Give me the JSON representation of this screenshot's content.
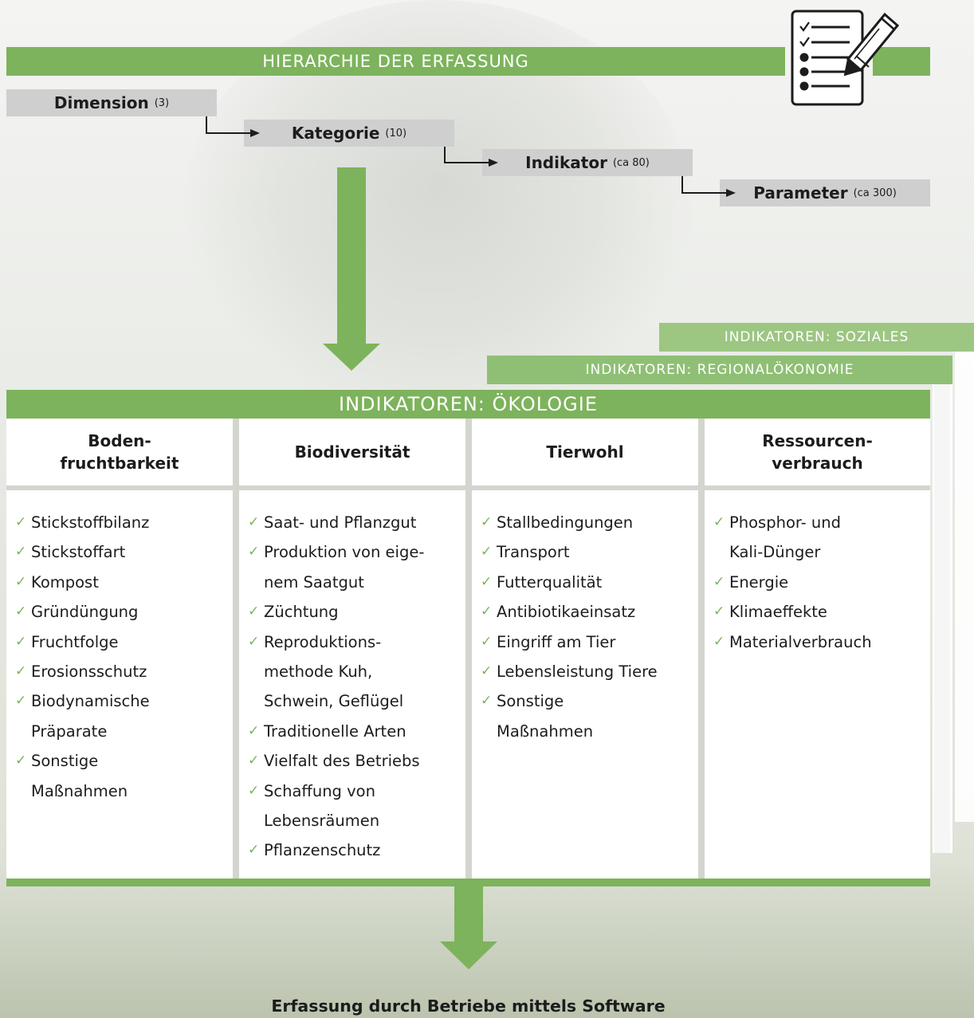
{
  "hierarchy": {
    "title": "HIERARCHIE DER ERFASSUNG",
    "levels": [
      {
        "label": "Dimension",
        "count": "(3)"
      },
      {
        "label": "Kategorie",
        "count": "(10)"
      },
      {
        "label": "Indikator",
        "count": "(ca 80)"
      },
      {
        "label": "Parameter",
        "count": "(ca 300)"
      }
    ]
  },
  "bands": {
    "soziales": "INDIKATOREN: SOZIALES",
    "regional": "INDIKATOREN: REGIONALÖKONOMIE",
    "oekologie": "INDIKATOREN: ÖKOLOGIE"
  },
  "columns": [
    {
      "heading": [
        "Boden-",
        "fruchtbarkeit"
      ],
      "items": [
        [
          "Stickstoffbilanz"
        ],
        [
          "Stickstoffart"
        ],
        [
          "Kompost"
        ],
        [
          "Gründüngung"
        ],
        [
          "Fruchtfolge"
        ],
        [
          "Erosionsschutz"
        ],
        [
          "Biodynamische",
          "Präparate"
        ],
        [
          "Sonstige",
          "Maßnahmen"
        ]
      ]
    },
    {
      "heading": [
        "Biodiversität"
      ],
      "items": [
        [
          "Saat- und Pflanzgut"
        ],
        [
          "Produktion von eige-",
          "nem Saatgut"
        ],
        [
          "Züchtung"
        ],
        [
          "Reproduktions-",
          "methode Kuh,",
          "Schwein, Geflügel"
        ],
        [
          "Traditionelle Arten"
        ],
        [
          "Vielfalt des Betriebs"
        ],
        [
          "Schaffung von",
          "Lebensräumen"
        ],
        [
          "Pflanzenschutz"
        ]
      ]
    },
    {
      "heading": [
        "Tierwohl"
      ],
      "items": [
        [
          "Stallbedingungen"
        ],
        [
          "Transport"
        ],
        [
          "Futterqualität"
        ],
        [
          "Antibiotikaeinsatz"
        ],
        [
          "Eingriff am Tier"
        ],
        [
          "Lebensleistung Tiere"
        ],
        [
          "Sonstige",
          "Maßnahmen"
        ]
      ]
    },
    {
      "heading": [
        "Ressourcen-",
        "verbrauch"
      ],
      "items": [
        [
          "Phosphor- und",
          "Kali-Dünger"
        ],
        [
          "Energie"
        ],
        [
          "Klimaeffekte"
        ],
        [
          "Materialverbrauch"
        ]
      ]
    }
  ],
  "caption": "Erfassung durch Betriebe mittels Software",
  "colors": {
    "accent": "#7db35c",
    "pill": "#cfcfcf",
    "check": "#7db35c"
  },
  "icons": {
    "header": "checklist-pencil-icon",
    "check": "checkmark-icon"
  }
}
